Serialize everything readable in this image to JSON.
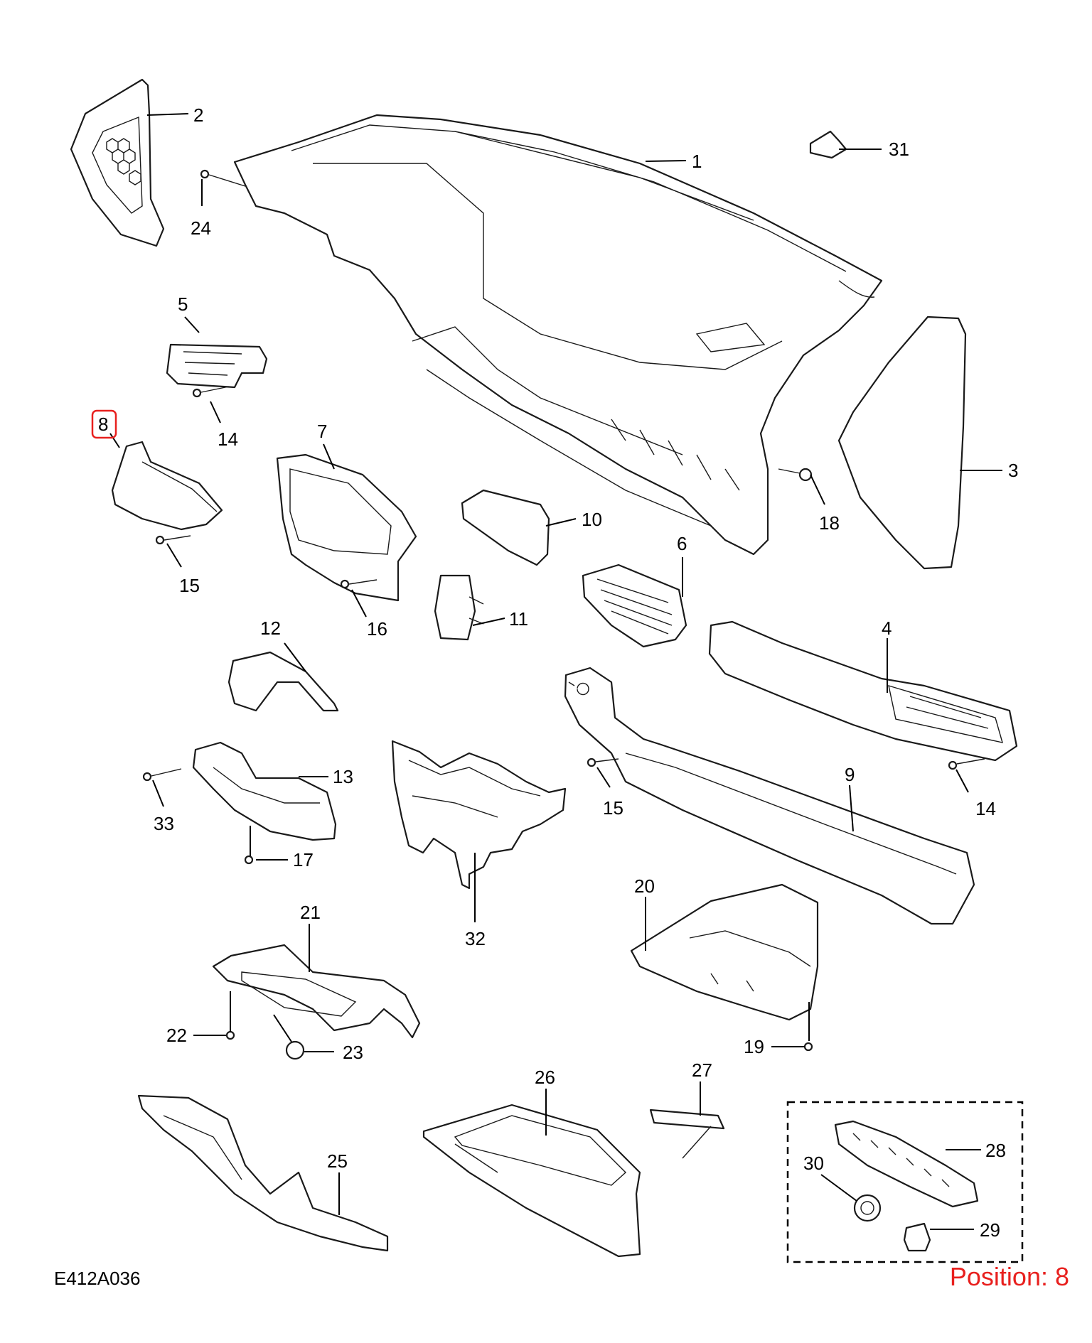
{
  "diagram_code": "E412A036",
  "position": {
    "text": "Position: 8",
    "color": "#e8201e"
  },
  "highlight_color": "#e8201e",
  "callouts": [
    "1",
    "2",
    "3",
    "4",
    "5",
    "6",
    "7",
    "8",
    "9",
    "10",
    "11",
    "12",
    "13",
    "14",
    "15",
    "16",
    "17",
    "18",
    "19",
    "20",
    "21",
    "22",
    "23",
    "24",
    "25",
    "26",
    "27",
    "28",
    "29",
    "30",
    "31",
    "32",
    "33"
  ],
  "repeated_callouts": [
    "14",
    "15"
  ],
  "highlighted_callout": "8"
}
